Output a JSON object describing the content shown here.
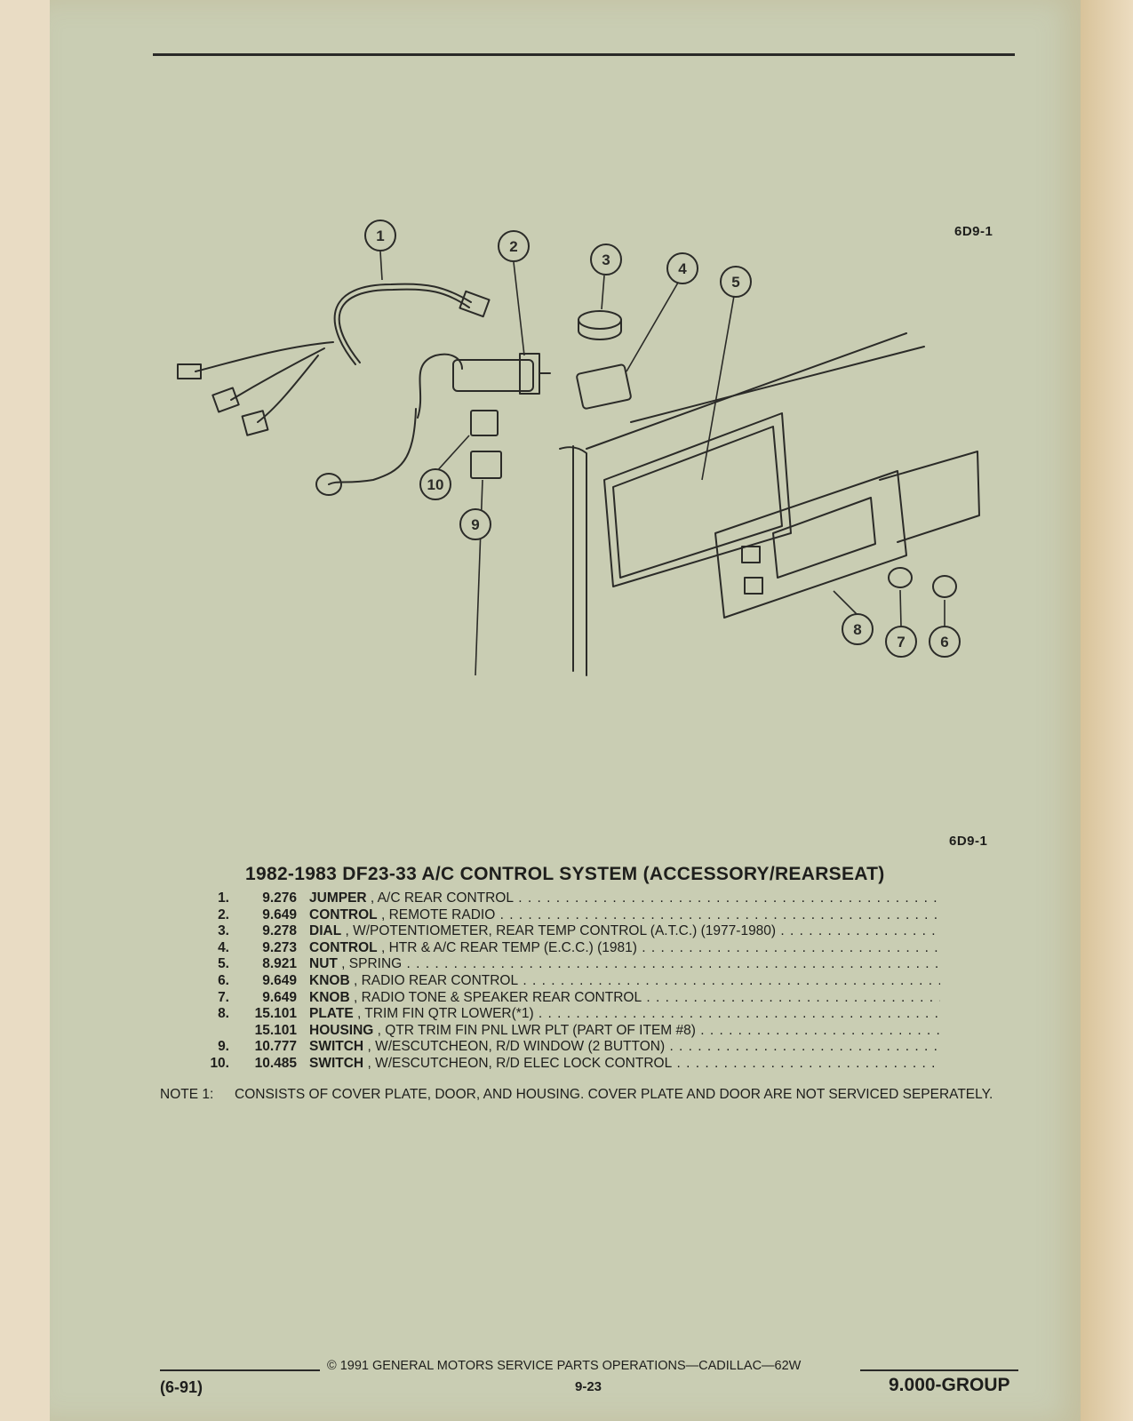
{
  "figure_code_top": "6D9-1",
  "figure_code_bottom": "6D9-1",
  "callouts": [
    "1",
    "2",
    "3",
    "4",
    "5",
    "6",
    "7",
    "8",
    "9",
    "10"
  ],
  "title": "1982-1983 DF23-33 A/C CONTROL SYSTEM (ACCESSORY/REARSEAT)",
  "parts": [
    {
      "num": "1.",
      "part": "9.276",
      "name": "JUMPER",
      "desc": ", A/C REAR CONTROL"
    },
    {
      "num": "2.",
      "part": "9.649",
      "name": "CONTROL",
      "desc": ", REMOTE RADIO"
    },
    {
      "num": "3.",
      "part": "9.278",
      "name": "DIAL",
      "desc": ", W/POTENTIOMETER, REAR TEMP CONTROL (A.T.C.) (1977-1980)"
    },
    {
      "num": "4.",
      "part": "9.273",
      "name": "CONTROL",
      "desc": ", HTR & A/C REAR TEMP (E.C.C.) (1981)"
    },
    {
      "num": "5.",
      "part": "8.921",
      "name": "NUT",
      "desc": ", SPRING"
    },
    {
      "num": "6.",
      "part": "9.649",
      "name": "KNOB",
      "desc": ", RADIO REAR CONTROL"
    },
    {
      "num": "7.",
      "part": "9.649",
      "name": "KNOB",
      "desc": ", RADIO TONE & SPEAKER REAR CONTROL"
    },
    {
      "num": "8.",
      "part": "15.101",
      "name": "PLATE",
      "desc": ", TRIM FIN QTR LOWER(*1)"
    },
    {
      "num": "",
      "part": "15.101",
      "name": "HOUSING",
      "desc": ", QTR TRIM FIN PNL LWR PLT (PART OF ITEM #8)"
    },
    {
      "num": "9.",
      "part": "10.777",
      "name": "SWITCH",
      "desc": ", W/ESCUTCHEON, R/D WINDOW (2 BUTTON)"
    },
    {
      "num": "10.",
      "part": "10.485",
      "name": "SWITCH",
      "desc": ", W/ESCUTCHEON, R/D ELEC LOCK CONTROL"
    }
  ],
  "note": {
    "label": "NOTE  1:",
    "text": "CONSISTS OF COVER PLATE, DOOR, AND HOUSING. COVER PLATE AND DOOR ARE NOT SERVICED SEPERATELY."
  },
  "footer": {
    "copyright": "©  1991  GENERAL MOTORS SERVICE PARTS OPERATIONS—CADILLAC—62W",
    "date": "(6-91)",
    "page": "9-23",
    "group": "9.000-GROUP"
  }
}
